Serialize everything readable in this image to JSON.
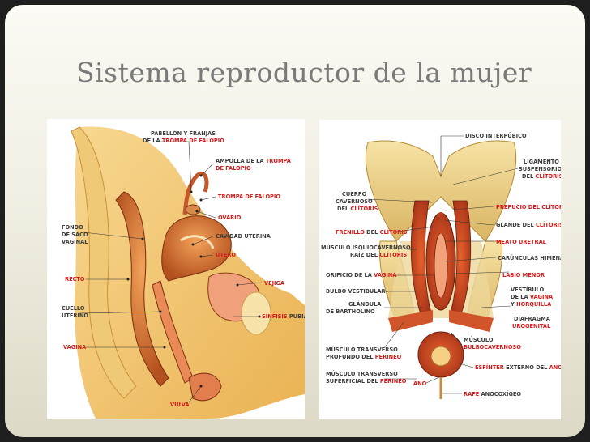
{
  "slide": {
    "title": "Sistema reproductor de la mujer"
  },
  "left_figure": {
    "labels": {
      "pabellon_1": "PABELLÓN Y FRANJAS",
      "pabellon_2a": "DE LA ",
      "pabellon_2b": "TROMPA DE FALOPIO",
      "ampolla_1a": "AMPOLLA DE LA ",
      "ampolla_1b": "TROMPA",
      "ampolla_2": "DE FALOPIO",
      "trompa": "TROMPA DE FALOPIO",
      "ovario": "OVARIO",
      "fondo_1": "FONDO",
      "fondo_2": "DE SACO",
      "fondo_3": "VAGINAL",
      "cavidad": "CAVIDAD UTERINA",
      "utero": "ÚTERO",
      "recto": "RECTO",
      "vejiga": "VEJIGA",
      "cuello_1": "CUELLO",
      "cuello_2": "UTERINO",
      "sinfisis_a": "SÍNFISIS",
      "sinfisis_b": " PUBIANA",
      "vagina": "VAGINA",
      "vulva": "VULVA"
    }
  },
  "right_figure": {
    "labels": {
      "disco": "DISCO INTERPÚBICO",
      "ligamento_1": "LIGAMENTO",
      "ligamento_2": "SUSPENSORIO",
      "ligamento_3a": "DEL ",
      "ligamento_3b": "CLÍTORIS",
      "cuerpo_1": "CUERPO",
      "cuerpo_2": "CAVERNOSO",
      "cuerpo_3a": "DEL ",
      "cuerpo_3b": "CLÍTORIS",
      "prepucio_a": "PREPUCIO DEL ",
      "prepucio_b": "CLÍTORIS",
      "frenillo_a": "FRENILLO",
      "frenillo_b": " DEL ",
      "frenillo_c": "CLÍTORIS",
      "glande_a": "GLANDE DEL ",
      "glande_b": "CLÍTORIS",
      "meato": "MEATO URETRAL",
      "musculo_isq_1": "MÚSCULO ISQUIOCAVERNOSO,",
      "musculo_isq_2a": "RAÍZ DEL ",
      "musculo_isq_2b": "CLÍTORIS",
      "carunculas": "CARÚNCULAS HIMENALES",
      "orificio_a": "ORIFICIO DE LA ",
      "orificio_b": "VAGINA",
      "labio": "LABIO MENOR",
      "bulbo": "BULBO VESTIBULAR",
      "vestibulo_1": "VESTÍBULO",
      "vestibulo_2a": "DE LA ",
      "vestibulo_2b": "VAGINA",
      "vestibulo_3a": "Y ",
      "vestibulo_3b": "HORQUILLA",
      "glandula_1": "GLÁNDULA",
      "glandula_2": "DE BARTHOLINO",
      "diafragma_1": "DIAFRAGMA",
      "diafragma_2": "UROGENITAL",
      "musculo_bulbo_1": "MÚSCULO",
      "musculo_bulbo_2": "BULBOCAVERNOSO",
      "transverso_prof_1": "MÚSCULO TRANSVERSO",
      "transverso_prof_2a": "PROFUNDO DEL ",
      "transverso_prof_2b": "PERINEO",
      "esfinter_a": "ESFÍNTER",
      "esfinter_b": " EXTERNO DEL ",
      "esfinter_c": "ANO",
      "transverso_sup_1": "MÚSCULO TRANSVERSO",
      "transverso_sup_2a": "SUPERFICIAL DEL ",
      "transverso_sup_2b": "PERINEO",
      "ano": "ANO",
      "rafe_a": "RAFE",
      "rafe_b": " ANOCOXÍGEO"
    }
  },
  "colors": {
    "slide_bg": "#f1efe3",
    "title": "#7a7a7a",
    "label_red": "#d31c1c",
    "label_dark": "#3d3d3d"
  }
}
